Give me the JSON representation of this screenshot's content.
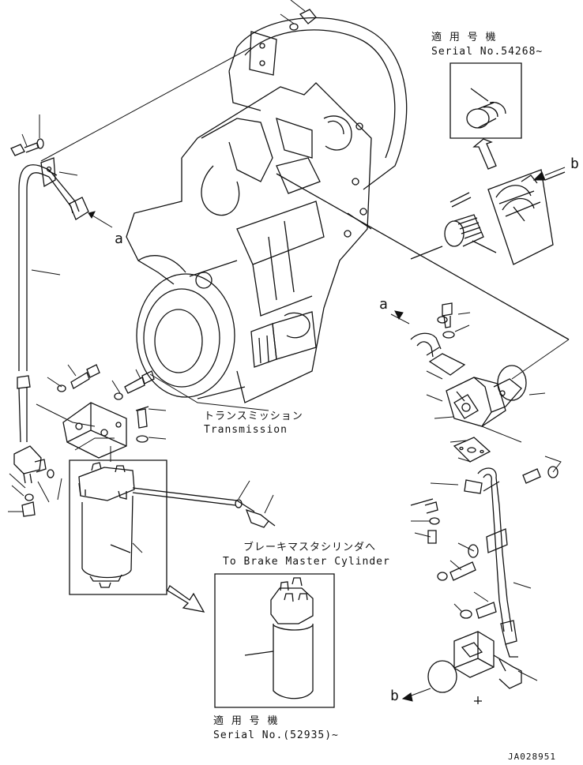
{
  "diagram": {
    "inset_top": {
      "title_jp": "適 用 号 機",
      "serial": "Serial No.54268~"
    },
    "inset_bottom": {
      "title_jp": "適 用 号 機",
      "serial": "Serial No.(52935)~"
    },
    "transmission": {
      "label_jp": "トランスミッション",
      "label_en": "Transmission"
    },
    "brake": {
      "label_jp": "ブレーキマスタシリンダへ",
      "label_en": "To Brake Master Cylinder"
    },
    "callouts": {
      "a": "a",
      "b": "b"
    },
    "drawing_number": "JA028951"
  }
}
